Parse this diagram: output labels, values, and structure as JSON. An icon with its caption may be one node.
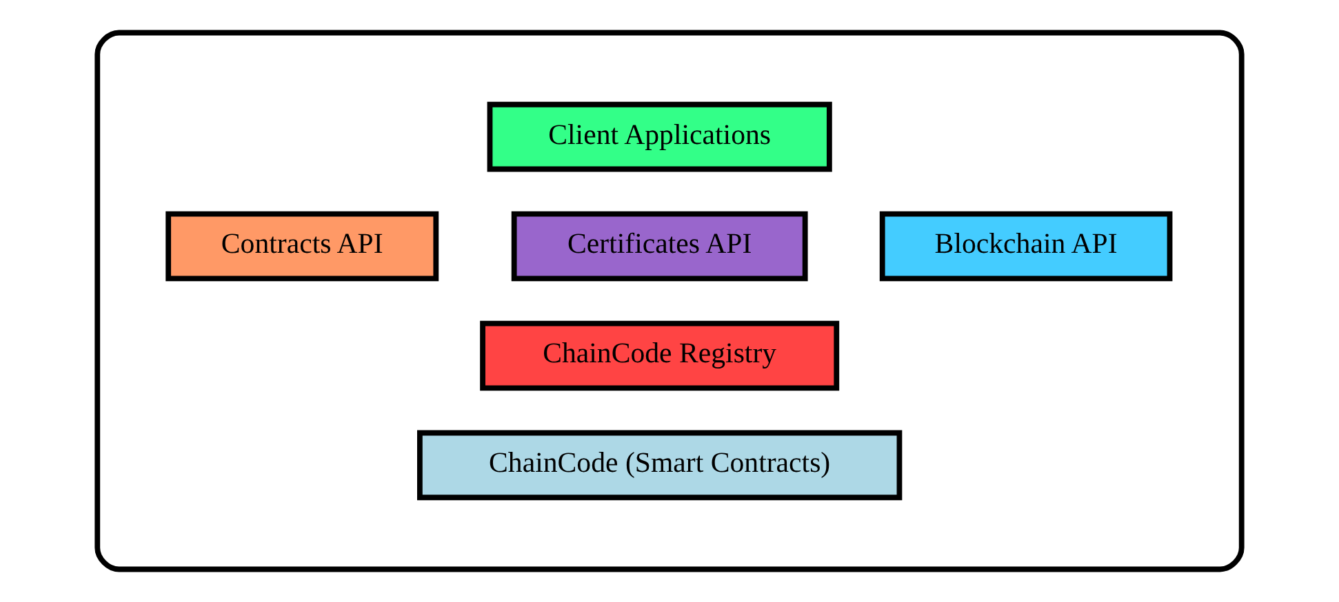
{
  "diagram": {
    "nodes": [
      {
        "text": [],
        "shape": "ellipse"
      },
      {
        "text": [
          "Client Applications"
        ],
        "in": 0
      },
      {
        "text": [
          "Contracts API"
        ],
        "in": 0
      },
      {
        "text": [
          "Certificates API"
        ],
        "in": 0
      },
      {
        "text": [
          "Blockchain API"
        ],
        "in": 0
      },
      {
        "text": [
          "ChainCode Registry"
        ],
        "in": 0
      },
      {
        "text": [
          "ChainCode (Smart Contracts)"
        ],
        "in": 0
      }
    ],
    "edges": []
  }
}
